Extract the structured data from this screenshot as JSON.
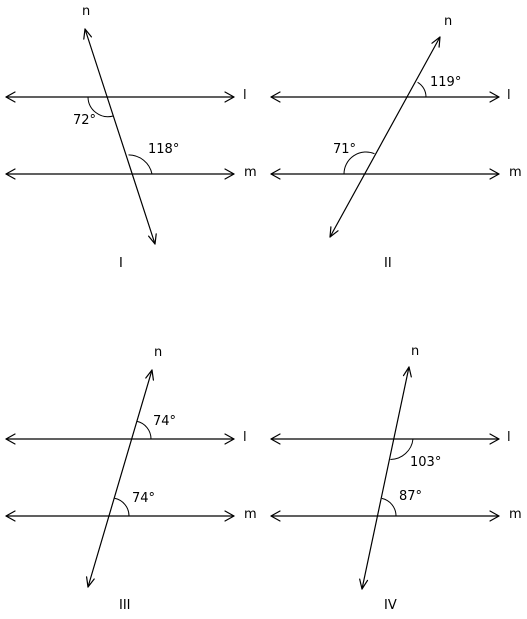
{
  "panels": [
    {
      "id": "I",
      "caption": "I",
      "line_labels": {
        "l": "l",
        "m": "m",
        "n": "n"
      },
      "angles": [
        {
          "line": "l",
          "label": "72°"
        },
        {
          "line": "m",
          "label": "118°"
        }
      ]
    },
    {
      "id": "II",
      "caption": "II",
      "line_labels": {
        "l": "l",
        "m": "m",
        "n": "n"
      },
      "angles": [
        {
          "line": "l",
          "label": "119°"
        },
        {
          "line": "m",
          "label": "71°"
        }
      ]
    },
    {
      "id": "III",
      "caption": "III",
      "line_labels": {
        "l": "l",
        "m": "m",
        "n": "n"
      },
      "angles": [
        {
          "line": "l",
          "label": "74°"
        },
        {
          "line": "m",
          "label": "74°"
        }
      ]
    },
    {
      "id": "IV",
      "caption": "IV",
      "line_labels": {
        "l": "l",
        "m": "m",
        "n": "n"
      },
      "angles": [
        {
          "line": "l",
          "label": "103°"
        },
        {
          "line": "m",
          "label": "87°"
        }
      ]
    }
  ]
}
